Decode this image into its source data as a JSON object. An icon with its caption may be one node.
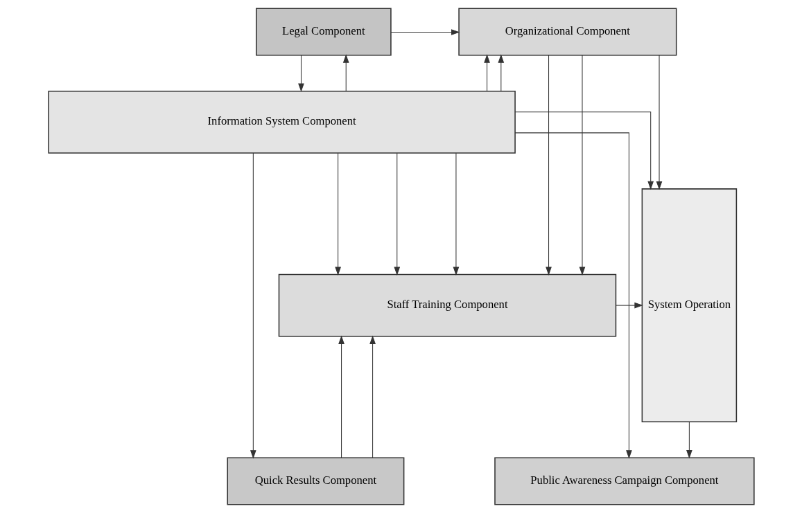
{
  "diagram": {
    "nodes": [
      {
        "text": [
          "Legal Component"
        ]
      },
      {
        "text": [
          "Organizational Component"
        ]
      },
      {
        "text": [
          "Information System Component"
        ]
      },
      {
        "text": [
          "System Operation"
        ]
      },
      {
        "text": [
          "Staff Training Component"
        ]
      },
      {
        "text": [
          "Quick Results Component"
        ]
      },
      {
        "text": [
          "Public Awareness Campaign Component"
        ]
      }
    ],
    "edges": [
      {
        "from": 2,
        "to": 0,
        "arrow": "to"
      },
      {
        "from": 0,
        "to": 1,
        "arrow": "to"
      },
      {
        "from": 0,
        "to": 2,
        "arrow": "to"
      },
      {
        "from": 1,
        "to": 3,
        "arrow": "to"
      },
      {
        "from": 2,
        "to": 1,
        "arrow": "to"
      },
      {
        "from": 2,
        "to": 1,
        "arrow": "to"
      },
      {
        "from": 2,
        "to": 3,
        "arrow": "to"
      },
      {
        "from": 1,
        "to": 4,
        "arrow": "to"
      },
      {
        "from": 1,
        "to": 4,
        "arrow": "to"
      },
      {
        "from": 2,
        "to": 4,
        "arrow": "to"
      },
      {
        "from": 2,
        "to": 4,
        "arrow": "to"
      },
      {
        "from": 2,
        "to": 4,
        "arrow": "to"
      },
      {
        "from": 2,
        "to": 6,
        "arrow": "to"
      },
      {
        "from": 4,
        "to": 3,
        "arrow": "to"
      },
      {
        "from": 3,
        "to": 6,
        "arrow": "to"
      },
      {
        "from": 5,
        "to": 4,
        "arrow": "to"
      },
      {
        "from": 5,
        "to": 4,
        "arrow": "to"
      },
      {
        "from": 2,
        "to": 5,
        "arrow": "to"
      }
    ]
  }
}
